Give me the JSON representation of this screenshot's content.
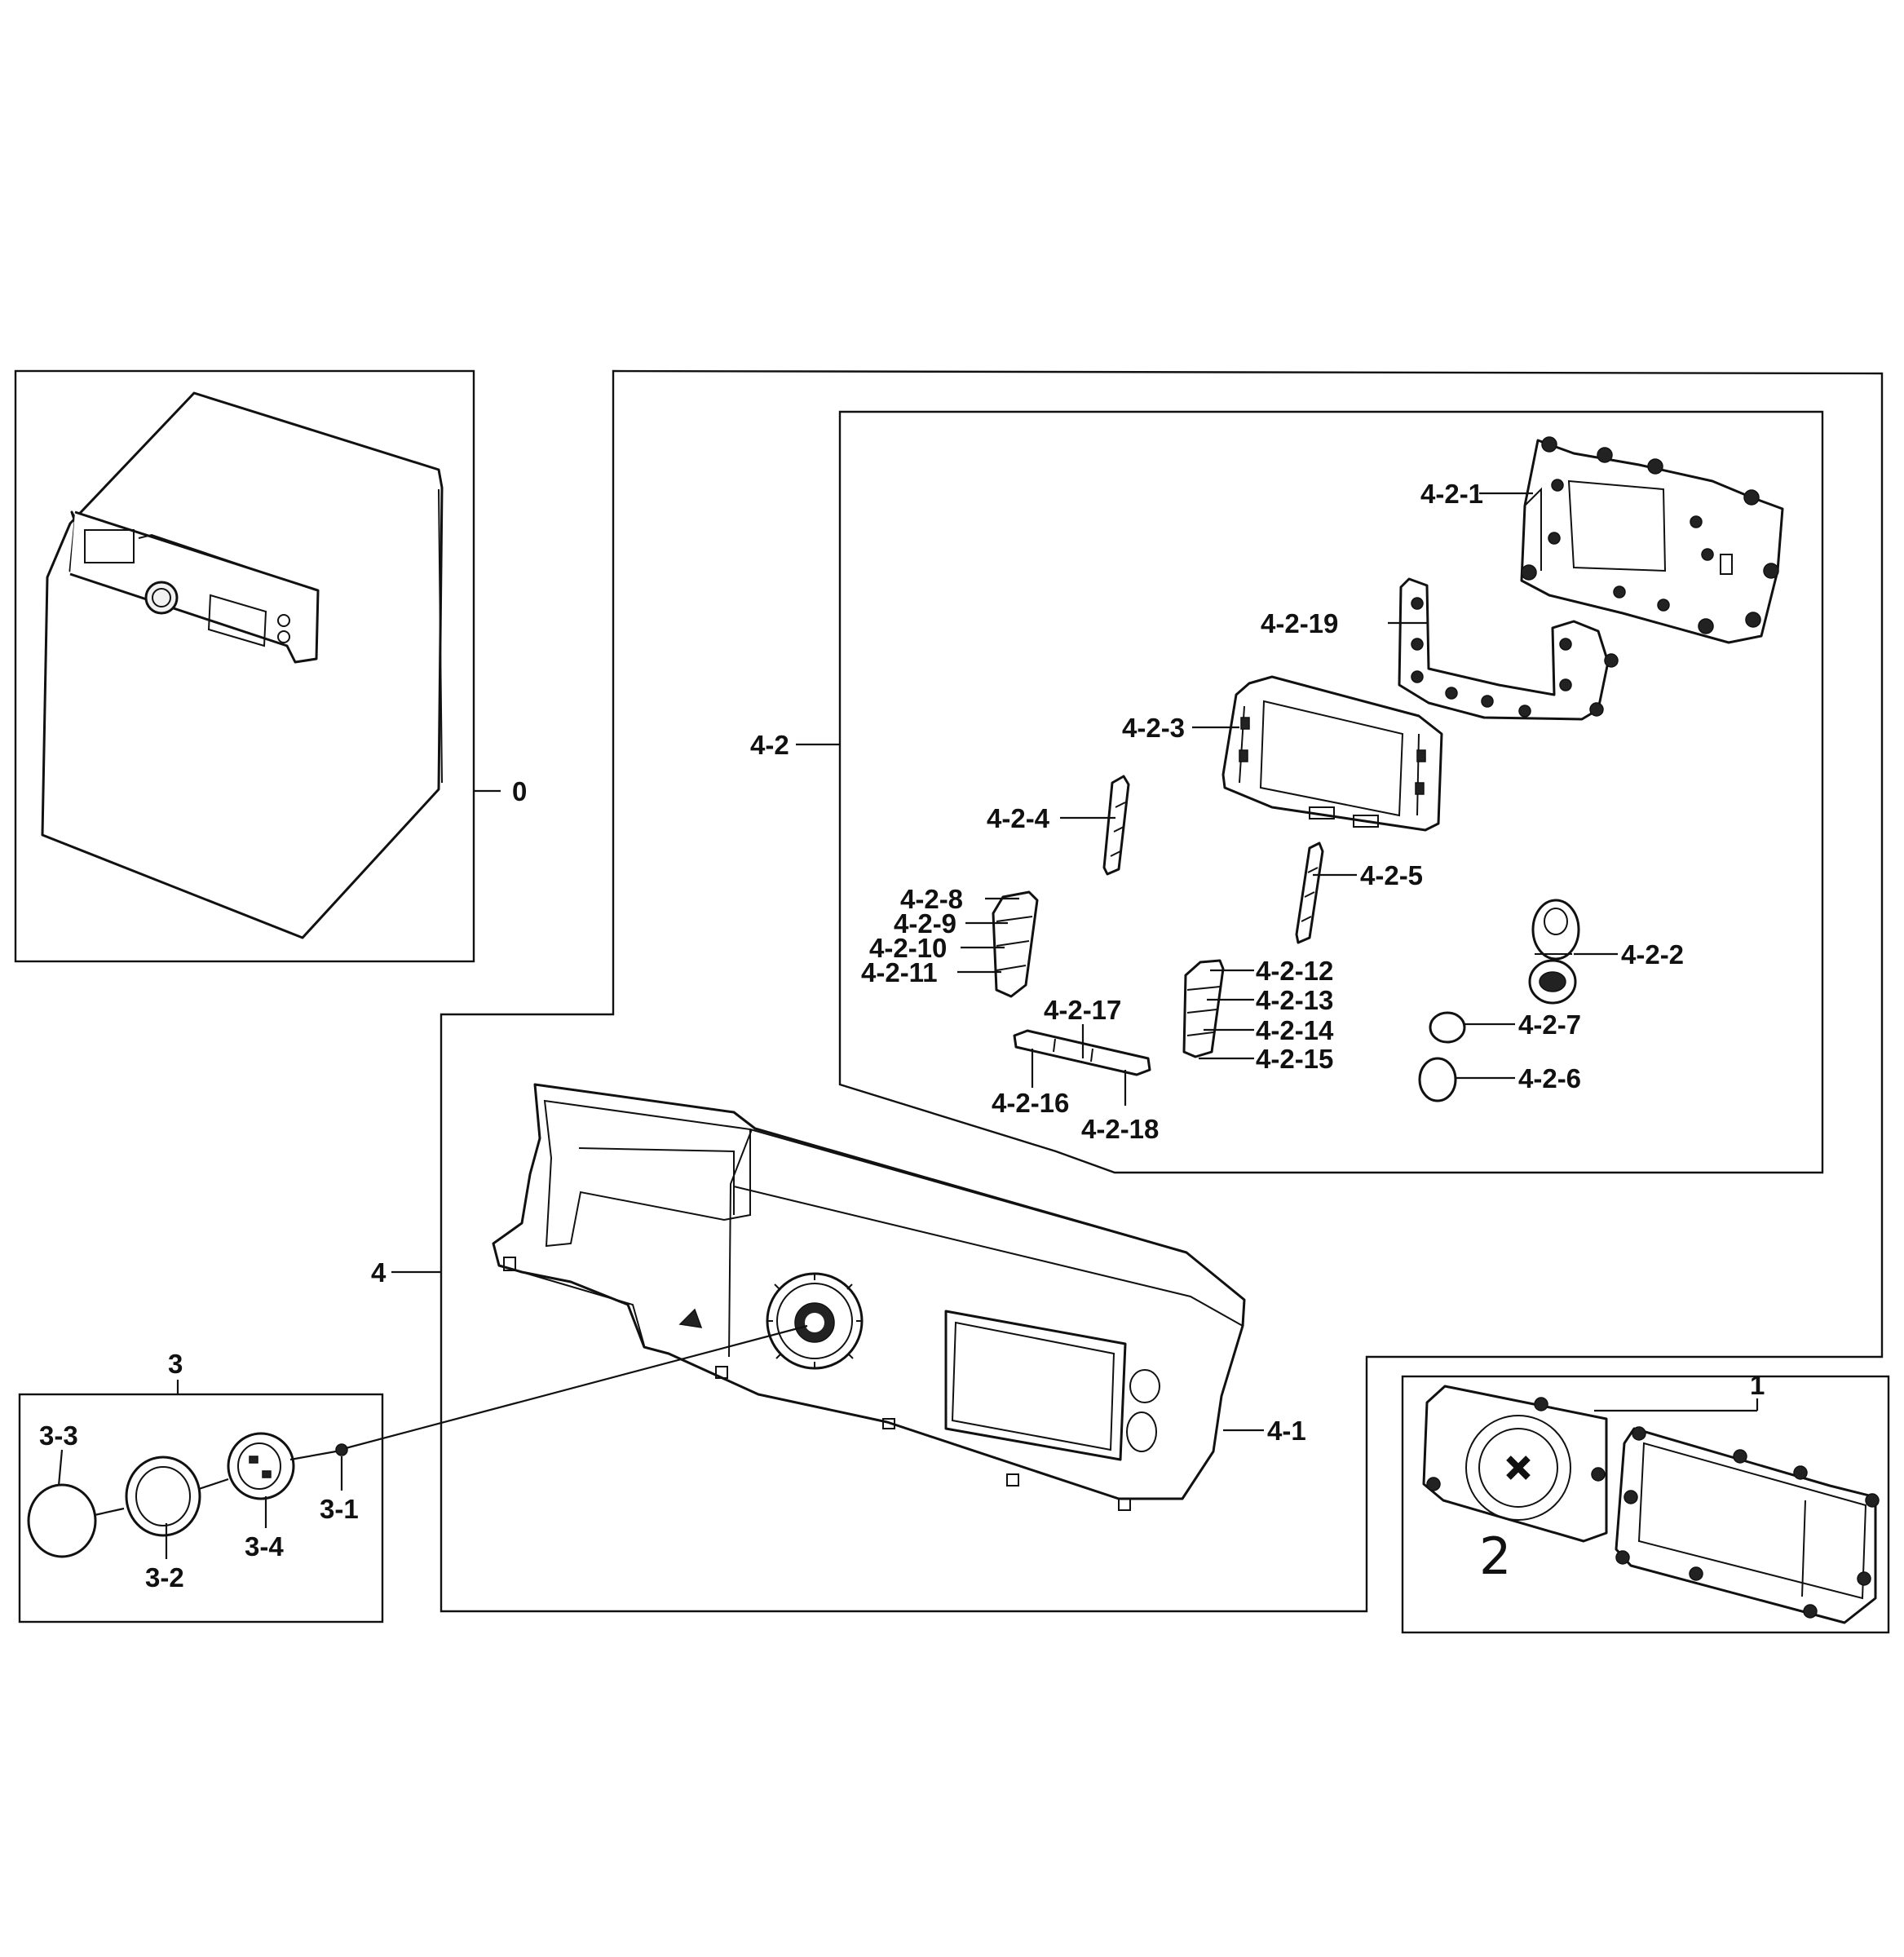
{
  "diagram": {
    "labels": {
      "l0": "0",
      "l1": "1",
      "l2": "2",
      "l3": "3",
      "l3_1": "3-1",
      "l3_2": "3-2",
      "l3_3": "3-3",
      "l3_4": "3-4",
      "l4": "4",
      "l4_1": "4-1",
      "l4_2": "4-2",
      "l4_2_1": "4-2-1",
      "l4_2_2": "4-2-2",
      "l4_2_3": "4-2-3",
      "l4_2_4": "4-2-4",
      "l4_2_5": "4-2-5",
      "l4_2_6": "4-2-6",
      "l4_2_7": "4-2-7",
      "l4_2_8": "4-2-8",
      "l4_2_9": "4-2-9",
      "l4_2_10": "4-2-10",
      "l4_2_11": "4-2-11",
      "l4_2_12": "4-2-12",
      "l4_2_13": "4-2-13",
      "l4_2_14": "4-2-14",
      "l4_2_15": "4-2-15",
      "l4_2_16": "4-2-16",
      "l4_2_17": "4-2-17",
      "l4_2_18": "4-2-18",
      "l4_2_19": "4-2-19"
    }
  }
}
